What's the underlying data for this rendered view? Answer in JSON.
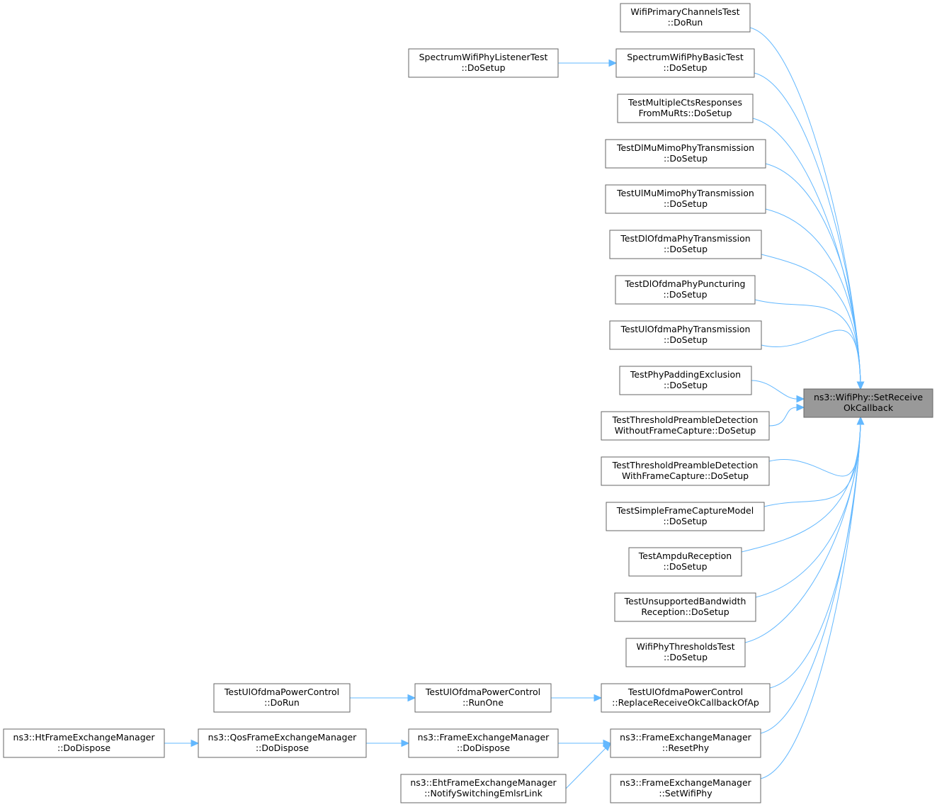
{
  "target": {
    "id": "target",
    "lines": [
      "ns3::WifiPhy::SetReceive",
      "OkCallback"
    ]
  },
  "nodes": [
    {
      "id": "wifiPrimary",
      "lines": [
        "WifiPrimaryChannelsTest",
        "::DoRun"
      ]
    },
    {
      "id": "specBasic",
      "lines": [
        "SpectrumWifiPhyBasicTest",
        "::DoSetup"
      ]
    },
    {
      "id": "specListener",
      "lines": [
        "SpectrumWifiPhyListenerTest",
        "::DoSetup"
      ]
    },
    {
      "id": "multiCts",
      "lines": [
        "TestMultipleCtsResponses",
        "FromMuRts::DoSetup"
      ]
    },
    {
      "id": "dlMuMimo",
      "lines": [
        "TestDlMuMimoPhyTransmission",
        "::DoSetup"
      ]
    },
    {
      "id": "ulMuMimo",
      "lines": [
        "TestUlMuMimoPhyTransmission",
        "::DoSetup"
      ]
    },
    {
      "id": "dlOfdmaTx",
      "lines": [
        "TestDlOfdmaPhyTransmission",
        "::DoSetup"
      ]
    },
    {
      "id": "dlOfdmaPunct",
      "lines": [
        "TestDlOfdmaPhyPuncturing",
        "::DoSetup"
      ]
    },
    {
      "id": "ulOfdmaTx",
      "lines": [
        "TestUlOfdmaPhyTransmission",
        "::DoSetup"
      ]
    },
    {
      "id": "phyPadding",
      "lines": [
        "TestPhyPaddingExclusion",
        "::DoSetup"
      ]
    },
    {
      "id": "threshNoCap",
      "lines": [
        "TestThresholdPreambleDetection",
        "WithoutFrameCapture::DoSetup"
      ]
    },
    {
      "id": "threshCap",
      "lines": [
        "TestThresholdPreambleDetection",
        "WithFrameCapture::DoSetup"
      ]
    },
    {
      "id": "simpleCap",
      "lines": [
        "TestSimpleFrameCaptureModel",
        "::DoSetup"
      ]
    },
    {
      "id": "ampdu",
      "lines": [
        "TestAmpduReception",
        "::DoSetup"
      ]
    },
    {
      "id": "unsupBw",
      "lines": [
        "TestUnsupportedBandwidth",
        "Reception::DoSetup"
      ]
    },
    {
      "id": "phyThresh",
      "lines": [
        "WifiPhyThresholdsTest",
        "::DoSetup"
      ]
    },
    {
      "id": "ulPcReplace",
      "lines": [
        "TestUlOfdmaPowerControl",
        "::ReplaceReceiveOkCallbackOfAp"
      ]
    },
    {
      "id": "ulPcRunOne",
      "lines": [
        "TestUlOfdmaPowerControl",
        "::RunOne"
      ]
    },
    {
      "id": "ulPcDoRun",
      "lines": [
        "TestUlOfdmaPowerControl",
        "::DoRun"
      ]
    },
    {
      "id": "femResetPhy",
      "lines": [
        "ns3::FrameExchangeManager",
        "::ResetPhy"
      ]
    },
    {
      "id": "femDispose",
      "lines": [
        "ns3::FrameExchangeManager",
        "::DoDispose"
      ]
    },
    {
      "id": "qosDispose",
      "lines": [
        "ns3::QosFrameExchangeManager",
        "::DoDispose"
      ]
    },
    {
      "id": "htDispose",
      "lines": [
        "ns3::HtFrameExchangeManager",
        "::DoDispose"
      ]
    },
    {
      "id": "ehtEmlsr",
      "lines": [
        "ns3::EhtFrameExchangeManager",
        "::NotifySwitchingEmlsrLink"
      ]
    },
    {
      "id": "femSetPhy",
      "lines": [
        "ns3::FrameExchangeManager",
        "::SetWifiPhy"
      ]
    }
  ],
  "edges": [
    {
      "from": "wifiPrimary",
      "to": "target"
    },
    {
      "from": "specBasic",
      "to": "target"
    },
    {
      "from": "specListener",
      "to": "specBasic"
    },
    {
      "from": "multiCts",
      "to": "target"
    },
    {
      "from": "dlMuMimo",
      "to": "target"
    },
    {
      "from": "ulMuMimo",
      "to": "target"
    },
    {
      "from": "dlOfdmaTx",
      "to": "target"
    },
    {
      "from": "dlOfdmaPunct",
      "to": "target"
    },
    {
      "from": "ulOfdmaTx",
      "to": "target"
    },
    {
      "from": "phyPadding",
      "to": "target"
    },
    {
      "from": "threshNoCap",
      "to": "target"
    },
    {
      "from": "threshCap",
      "to": "target"
    },
    {
      "from": "simpleCap",
      "to": "target"
    },
    {
      "from": "ampdu",
      "to": "target"
    },
    {
      "from": "unsupBw",
      "to": "target"
    },
    {
      "from": "phyThresh",
      "to": "target"
    },
    {
      "from": "ulPcReplace",
      "to": "target"
    },
    {
      "from": "ulPcRunOne",
      "to": "ulPcReplace"
    },
    {
      "from": "ulPcDoRun",
      "to": "ulPcRunOne"
    },
    {
      "from": "femResetPhy",
      "to": "target"
    },
    {
      "from": "femDispose",
      "to": "femResetPhy"
    },
    {
      "from": "qosDispose",
      "to": "femDispose"
    },
    {
      "from": "htDispose",
      "to": "qosDispose"
    },
    {
      "from": "ehtEmlsr",
      "to": "femResetPhy"
    },
    {
      "from": "femSetPhy",
      "to": "target"
    }
  ]
}
